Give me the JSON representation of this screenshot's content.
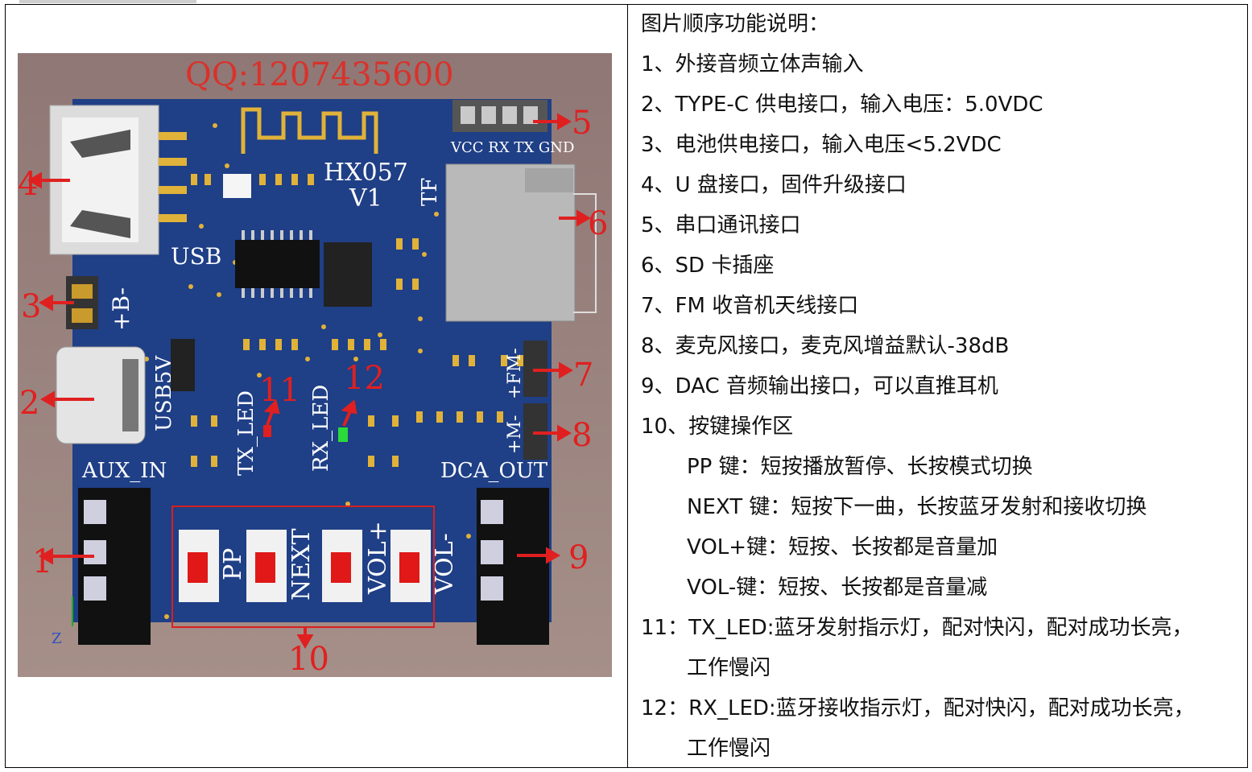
{
  "photo": {
    "qq": "QQ:1207435600",
    "model": "HX057",
    "version": "V1",
    "silk": {
      "usb": "USB",
      "usb5v": "USB5V",
      "aux_in": "AUX_IN",
      "dca_out": "DCA_OUT",
      "tf": "TF",
      "serial": "VCC RX TX GND",
      "tx_led": "TX_LED",
      "rx_led": "RX_LED",
      "batt": "+B-",
      "fm": "+FM-",
      "mic": "+M-",
      "pp": "PP",
      "next": "NEXT",
      "volp": "VOL+",
      "volm": "VOL-"
    },
    "callouts": [
      "1",
      "2",
      "3",
      "4",
      "5",
      "6",
      "7",
      "8",
      "9",
      "10",
      "11",
      "12"
    ],
    "axis_z": "Z"
  },
  "desc": {
    "title": "图片顺序功能说明：",
    "items": [
      {
        "num": "1、",
        "text": "外接音频立体声输入"
      },
      {
        "num": "2、",
        "text": "TYPE-C 供电接口，输入电压：5.0VDC"
      },
      {
        "num": "3、",
        "text": "电池供电接口，输入电压<5.2VDC"
      },
      {
        "num": "4、",
        "text": "U 盘接口，固件升级接口"
      },
      {
        "num": "5、",
        "text": "串口通讯接口"
      },
      {
        "num": "6、",
        "text": "SD 卡插座"
      },
      {
        "num": "7、",
        "text": "FM 收音机天线接口"
      },
      {
        "num": "8、",
        "text": "麦克风接口，麦克风增益默认-38dB"
      },
      {
        "num": "9、",
        "text": "DAC 音频输出接口，可以直推耳机"
      },
      {
        "num": "10、",
        "text": "按键操作区"
      }
    ],
    "keys": [
      "PP 键：短按播放暂停、长按模式切换",
      "NEXT 键：短按下一曲，长按蓝牙发射和接收切换",
      "VOL+键：短按、长按都是音量加",
      "VOL-键：短按、长按都是音量减"
    ],
    "item11": {
      "num": "11：",
      "text": "TX_LED:蓝牙发射指示灯，配对快闪，配对成功长亮，",
      "cont": "工作慢闪"
    },
    "item12": {
      "num": "12：",
      "text": "RX_LED:蓝牙接收指示灯，配对快闪，配对成功长亮，",
      "cont": "工作慢闪"
    }
  },
  "colors": {
    "pcb": "#1f3f86",
    "background": "#9a8480",
    "callout": "#e02020",
    "pad": "#e0b23a"
  }
}
